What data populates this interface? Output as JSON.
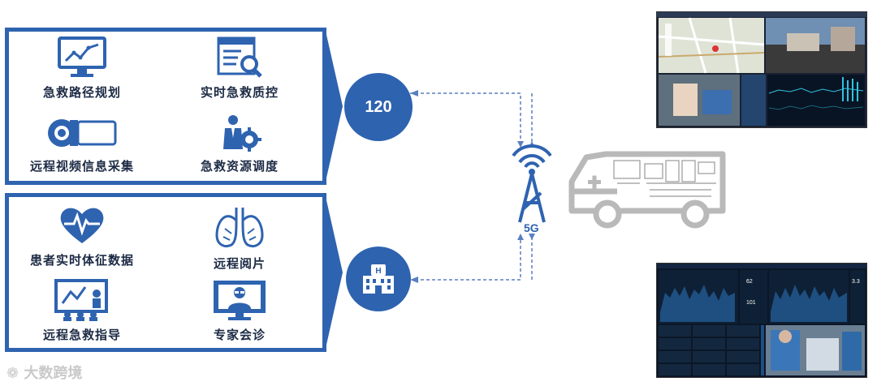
{
  "top_panel": {
    "items": [
      {
        "label": "急救路径规划",
        "icon": "route-chart-icon"
      },
      {
        "label": "实时急救质控",
        "icon": "document-search-icon"
      },
      {
        "label": "远程视频信息采集",
        "icon": "video-camera-icon"
      },
      {
        "label": "急救资源调度",
        "icon": "person-gear-icon"
      }
    ]
  },
  "bottom_panel": {
    "items": [
      {
        "label": "患者实时体征数据",
        "icon": "heart-pulse-icon"
      },
      {
        "label": "远程阅片",
        "icon": "lungs-icon"
      },
      {
        "label": "远程急救指导",
        "icon": "presentation-icon"
      },
      {
        "label": "专家会诊",
        "icon": "doctor-monitor-icon"
      }
    ]
  },
  "center": {
    "circle_120": "120",
    "hospital_icon": "hospital-icon",
    "tower_label": "5G",
    "tower_icon": "antenna-tower-icon",
    "ambulance_icon": "ambulance-icon"
  },
  "colors": {
    "primary": "#2e63b0",
    "dashed": "#5a7fc0",
    "gray": "#b9b9b9"
  },
  "watermark": "大数跨境"
}
